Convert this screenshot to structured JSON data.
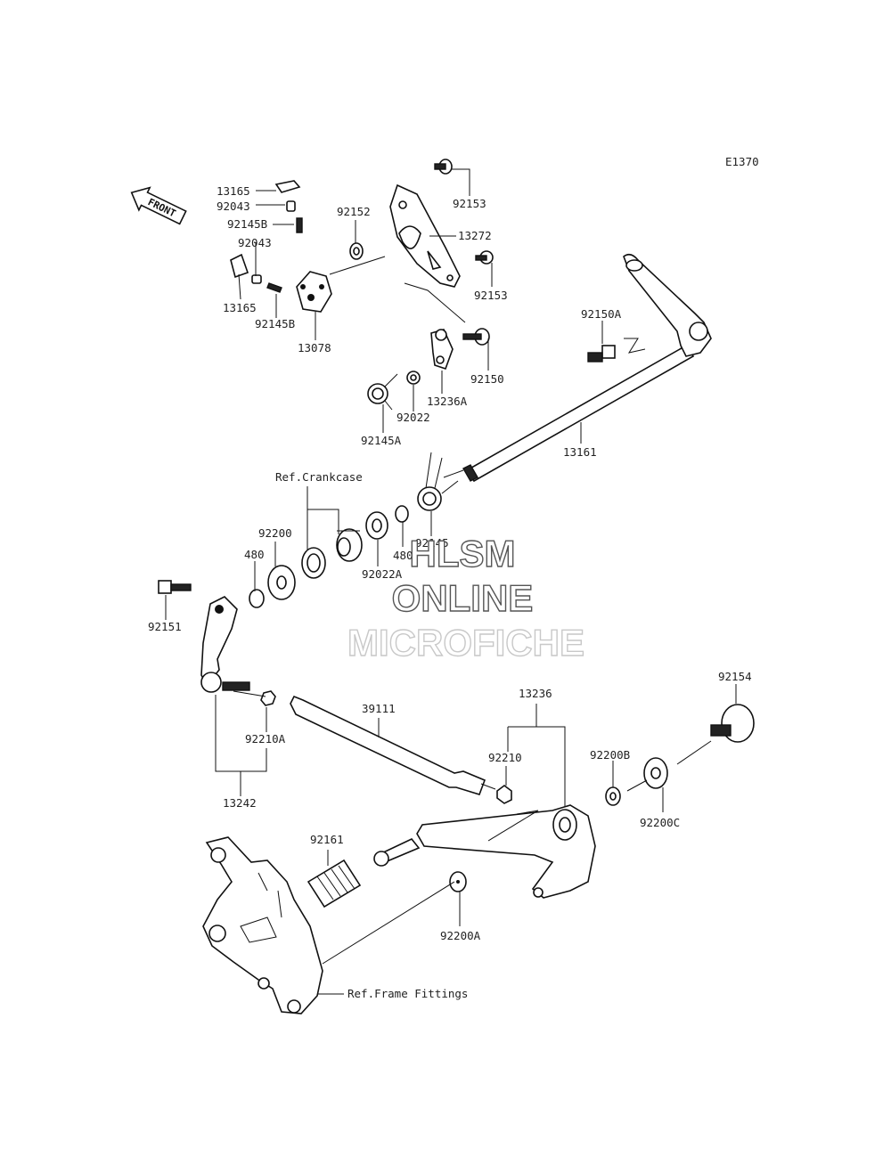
{
  "diagram_code": "E1370",
  "front_label": "FRONT",
  "refs": {
    "crankcase": "Ref.Crankcase",
    "frame_fittings": "Ref.Frame Fittings"
  },
  "watermark": [
    "HLSM",
    "ONLINE",
    "MICROFICHE"
  ],
  "callouts": {
    "c13165a": "13165",
    "c92043a": "92043",
    "c92145Ba": "92145B",
    "c92043b": "92043",
    "c13165b": "13165",
    "c92145Bb": "92145B",
    "c13078": "13078",
    "c92152": "92152",
    "c92153a": "92153",
    "c13272": "13272",
    "c92153b": "92153",
    "c92150A": "92150A",
    "c92150": "92150",
    "c13236A": "13236A",
    "c92022": "92022",
    "c92145A": "92145A",
    "c13161": "13161",
    "c92145": "92145",
    "c480a": "480",
    "c92022A": "92022A",
    "c92200": "92200",
    "c480b": "480",
    "c92151": "92151",
    "c39111": "39111",
    "c13236": "13236",
    "c92210": "92210",
    "c92210A": "92210A",
    "c13242": "13242",
    "c92154": "92154",
    "c92200B": "92200B",
    "c92200C": "92200C",
    "c92161": "92161",
    "c92200A": "92200A"
  }
}
